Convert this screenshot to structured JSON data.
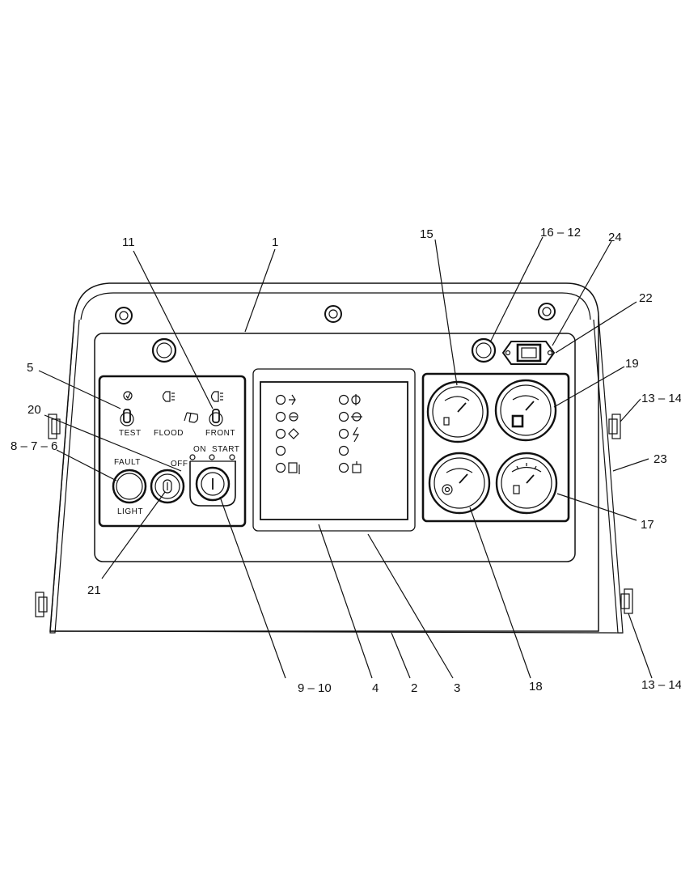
{
  "panel_labels": {
    "test": "TEST",
    "flood": "FLOOD",
    "front": "FRONT",
    "fault": "FAULT",
    "light": "LIGHT",
    "off": "OFF",
    "on": "ON",
    "start": "START"
  },
  "callouts": {
    "c1": "1",
    "c2": "2",
    "c3": "3",
    "c4": "4",
    "c5": "5",
    "c9_10": "9 – 10",
    "c11": "11",
    "c13_14_top": "13 – 14",
    "c13_14_bottom": "13 – 14",
    "c15": "15",
    "c16_12": "16 – 12",
    "c17": "17",
    "c18": "18",
    "c19": "19",
    "c20": "20",
    "c21": "21",
    "c22": "22",
    "c23": "23",
    "c24": "24",
    "c8_7_6": "8 – 7 – 6"
  }
}
